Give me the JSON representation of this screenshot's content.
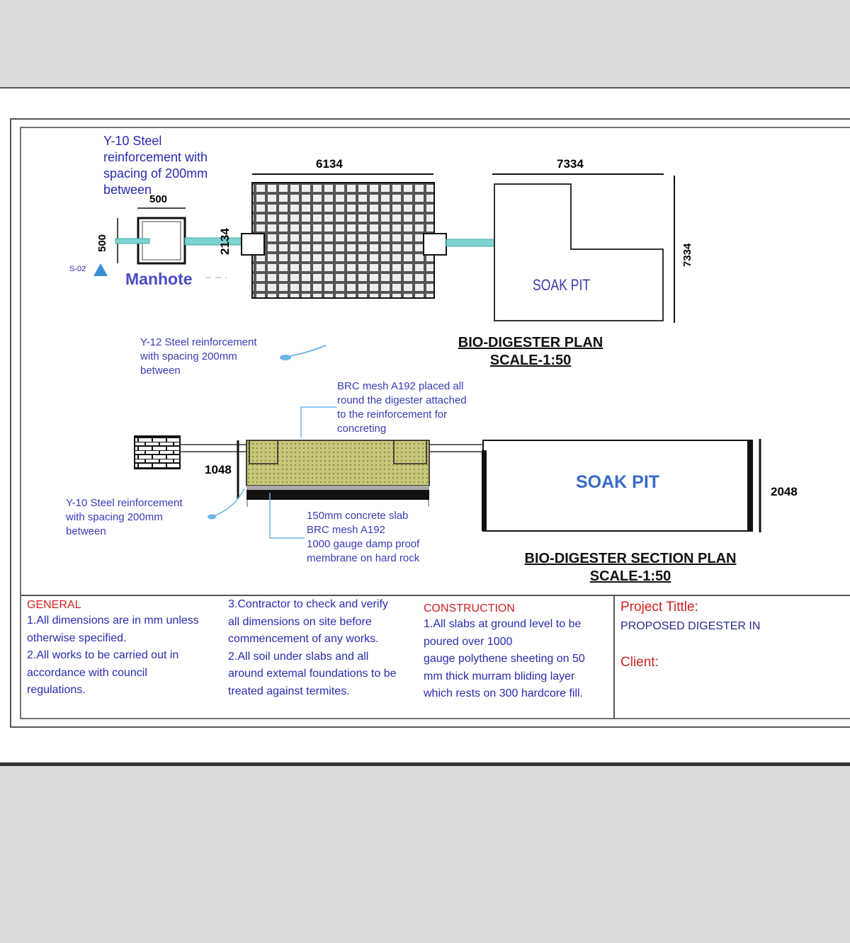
{
  "plan": {
    "y10_note": "Y-10 Steel\nreinforcement with\nspacing of 200mm\nbetween",
    "dim_manhole_w": "500",
    "dim_manhole_h": "500",
    "dim_digester_w": "6134",
    "dim_digester_h": "2134",
    "dim_soakpit_w": "7334",
    "dim_soakpit_h": "7334",
    "section_marker": "S-02",
    "manhole_label": "Manhote",
    "soakpit_label": "SOAK PIT",
    "y12_note": "Y-12 Steel reinforcement\nwith spacing 200mm\nbetween",
    "title": "BIO-DIGESTER PLAN",
    "scale": "SCALE-1:50"
  },
  "section": {
    "brc_note": "BRC mesh A192 placed all\nround the digester attached\nto the reinforcement for\nconcreting",
    "dim_height": "1048",
    "dim_soakpit_h": "2048",
    "y10_note": "Y-10 Steel reinforcement\nwith spacing 200mm\nbetween",
    "slab_note": "150mm concrete slab\nBRC mesh A192\n1000 gauge damp proof\nmembrane on hard rock",
    "soakpit_label": "SOAK PIT",
    "title": "BIO-DIGESTER SECTION PLAN",
    "scale": "SCALE-1:50"
  },
  "notes": {
    "general_heading": "GENERAL",
    "general_text": "1.All dimensions are in mm unless\notherwise specified.\n2.All works to be carried out in\naccordance with council\nregulations.",
    "col2_text": "3.Contractor to check and verify\nall dimensions on site before\ncommencement of any works.\n2.All soil under slabs and all\naround extemal foundations to be\ntreated against termites.",
    "construction_heading": "CONSTRUCTION",
    "construction_text": "1.All slabs at ground level to be\npoured over 1000\ngauge polythene sheeting on 50\nmm thick murram bliding layer\nwhich rests on 300 hardcore fill."
  },
  "title_block": {
    "project_label": "Project Tittle:",
    "project_value": "PROPOSED DIGESTER IN",
    "client_label": "Client:"
  },
  "colors": {
    "text_blue": "#2a2ab0",
    "heading_red": "#d02020",
    "pipe_teal": "#7fd3d0",
    "mesh_fill": "#c9c77a"
  }
}
